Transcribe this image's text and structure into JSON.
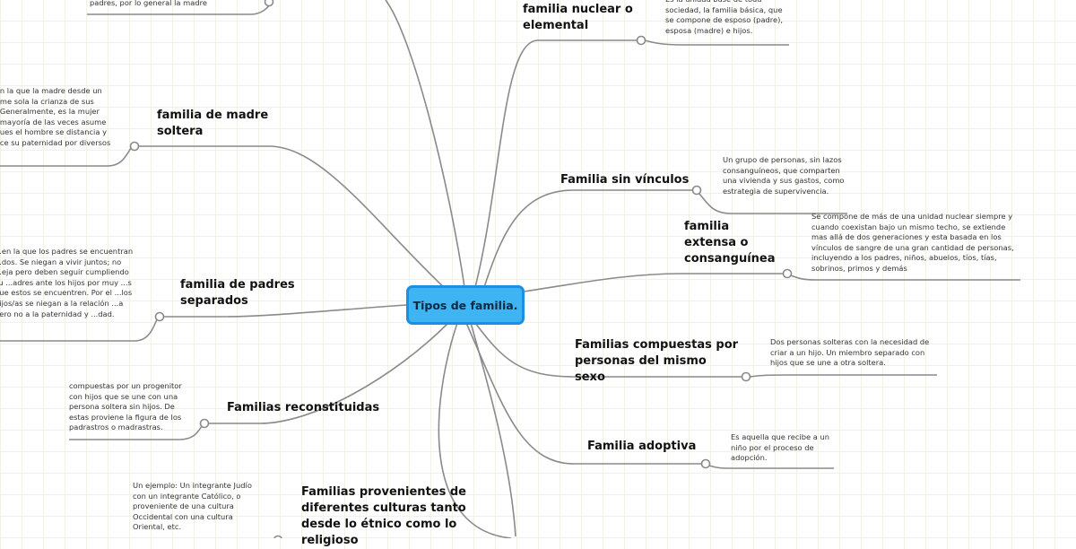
{
  "center": {
    "label": "Tipos de familia."
  },
  "branches": [
    {
      "title": "",
      "note": "padres, por lo general la madre"
    },
    {
      "title": "familia nuclear o elemental",
      "note": "Es la unidad base de toda sociedad, la familia básica, que se compone de esposo (padre), esposa (madre) e hijos."
    },
    {
      "title": "familia de madre soltera",
      "note": "...n la que la madre desde un ...me sola la crianza de sus ...Generalmente, es la mujer ...mayoría de las veces asume ...ues el hombre se distancia y ...ce su paternidad por diversos"
    },
    {
      "title": "Familia sin vínculos",
      "note": "Un grupo de personas, sin lazos consanguíneos, que comparten una vivienda y sus gastos, como estrategia de supervivencia."
    },
    {
      "title": "familia extensa o consanguínea",
      "note": "Se compone de más de una unidad nuclear siempre y cuando coexistan bajo un mismo techo, se extiende mas allá de dos generaciones y esta basada en los vínculos de sangre de una gran cantidad de personas, incluyendo a los padres, niños, abuelos, tíos, tías, sobrinos, primos y demás"
    },
    {
      "title": "familia de padres separados",
      "note": "...en la que los padres se encuentran ...dos. Se niegan a vivir juntos; no ...eja pero deben seguir cumpliendo su ...adres ante los hijos por muy ...s que estos se encuentren. Por el ...los hijos/as se niegan a la relación ...a pero no a la paternidad y ...dad."
    },
    {
      "title": "Familias reconstituidas",
      "note": "compuestas por un progenitor con hijos que se une con una persona soltera sin hijos. De estas proviene la figura de los padrastros o madrastras."
    },
    {
      "title": "Familias compuestas por personas del mismo sexo",
      "note": "Dos personas solteras con la necesidad de criar a un hijo. Un miembro separado con hijos que se une a otra soltera."
    },
    {
      "title": "Familia adoptiva",
      "note": "Es aquella que recibe a un niño por el proceso de adopción."
    },
    {
      "title": "Familias provenientes de diferentes culturas tanto desde lo étnico como lo religioso",
      "note": "Un ejemplo: Un integrante Judío con un integrante Católico, o proveniente de una cultura Occidental con una cultura Oriental, etc."
    }
  ]
}
